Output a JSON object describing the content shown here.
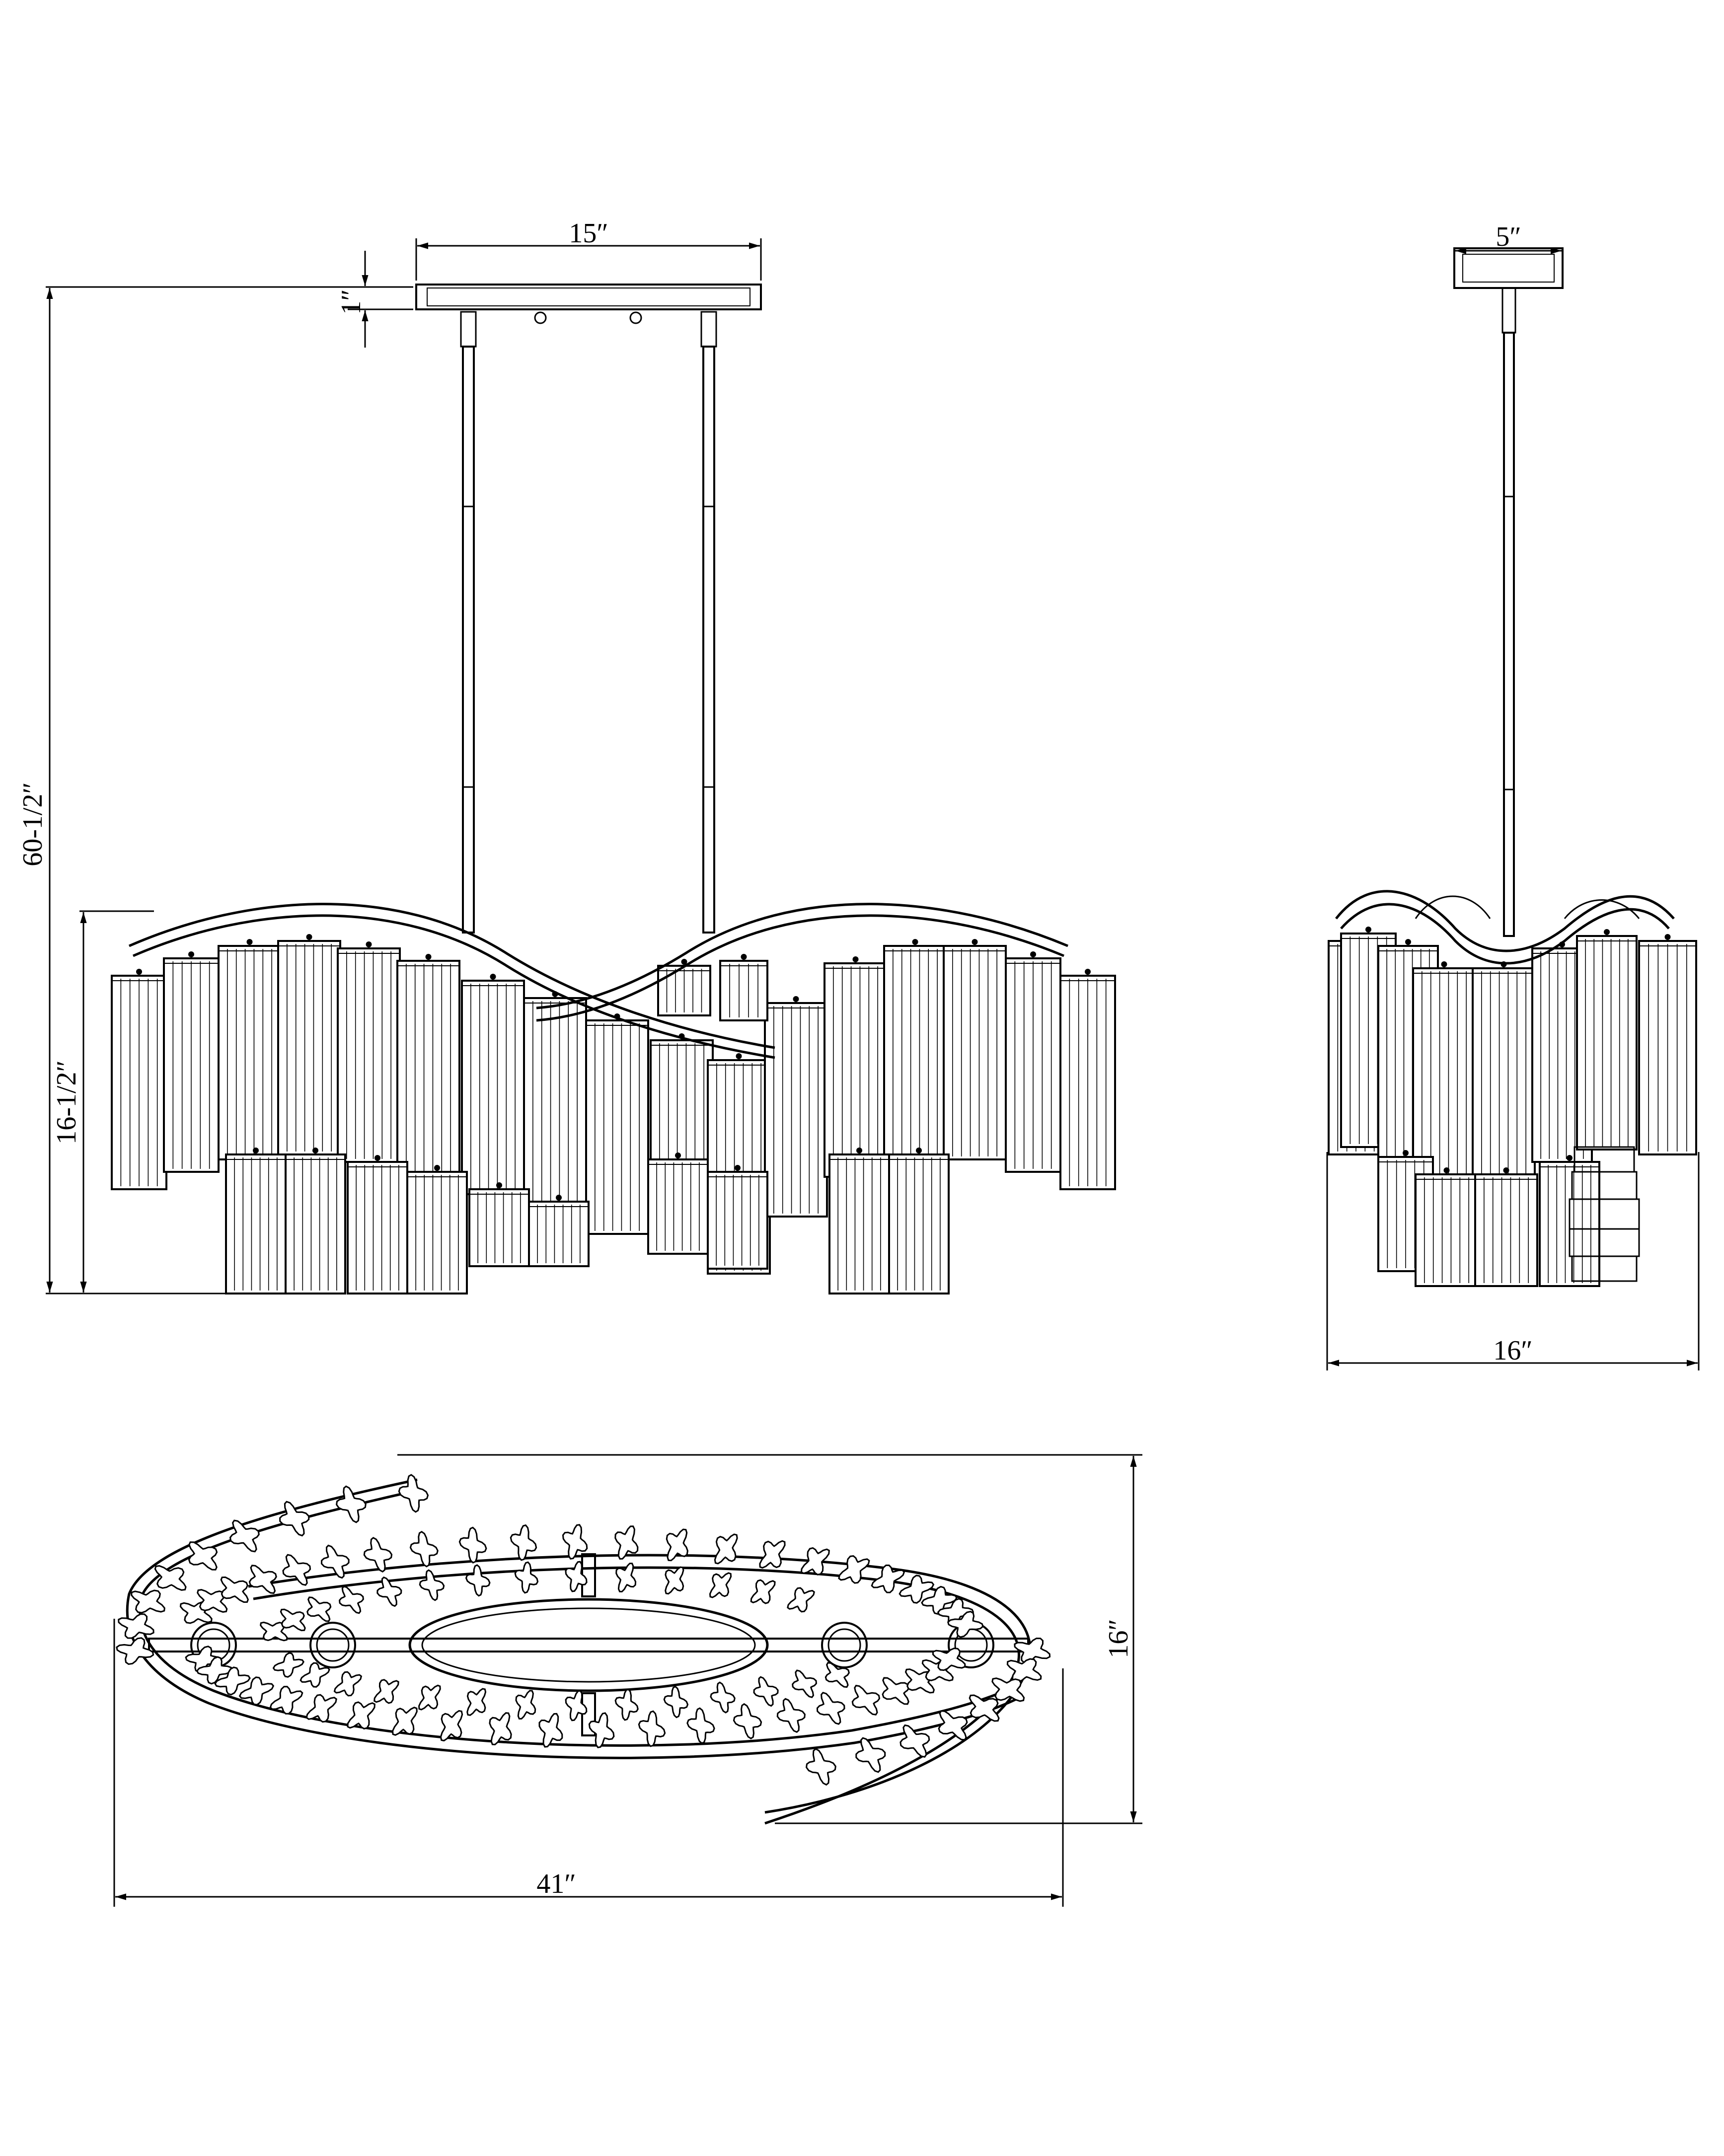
{
  "dimensions": {
    "front_canopy_width": "15″",
    "front_canopy_height": "1″",
    "front_overall_height": "60-1/2″",
    "front_body_height": "16-1/2″",
    "side_canopy_width": "5″",
    "side_body_width": "16″",
    "top_length": "41″",
    "top_depth": "16″"
  },
  "colors": {
    "line": "#000000",
    "background": "#ffffff"
  }
}
